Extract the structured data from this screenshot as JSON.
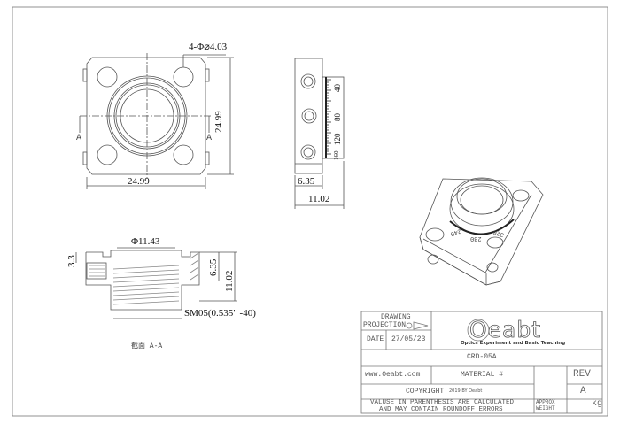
{
  "front_view": {
    "hole_callout": "4-Φ⌀4.03",
    "width_dim": "24.99",
    "height_dim": "24.99",
    "section_mark_left": "A",
    "section_mark_right": "A"
  },
  "side_view": {
    "dim_inner": "6.35",
    "dim_outer": "11.02",
    "scale_labels": [
      "40",
      "80",
      "120",
      "160"
    ]
  },
  "section_view": {
    "bore_dim": "Φ11.43",
    "height_small": "3.3",
    "depth_dim": "6.35",
    "total_dim": "11.02",
    "thread_label": "SM05(0.535\" -40)",
    "caption": "截面 A-A"
  },
  "iso_view": {
    "dial_labels": [
      "320",
      "280",
      "240"
    ]
  },
  "title_block": {
    "drawing_label": "DRAWING",
    "projection_label": "PROJECTION",
    "date_label": "DATE",
    "date_value": "27/05/23",
    "logo_text": "Oeabt",
    "logo_subtitle": "Optics Experiment and Basic Teaching",
    "part_number": "CRD-05A",
    "website": "www.Oeabt.com",
    "material_label": "MATERIAL #",
    "rev_label": "REV",
    "rev_value": "A",
    "copyright_label": "COPYRIGHT",
    "copyright_detail": "2019 BY Oeabt",
    "note_line1": "VALUSE IN PARENTHESIS ARE CALCULATED",
    "note_line2": "AND MAY CONTAIN ROUNDOFF ERRORS",
    "approx_weight_label_1": "APPROX",
    "approx_weight_label_2": "WEIGHT",
    "weight_unit": "kg"
  }
}
